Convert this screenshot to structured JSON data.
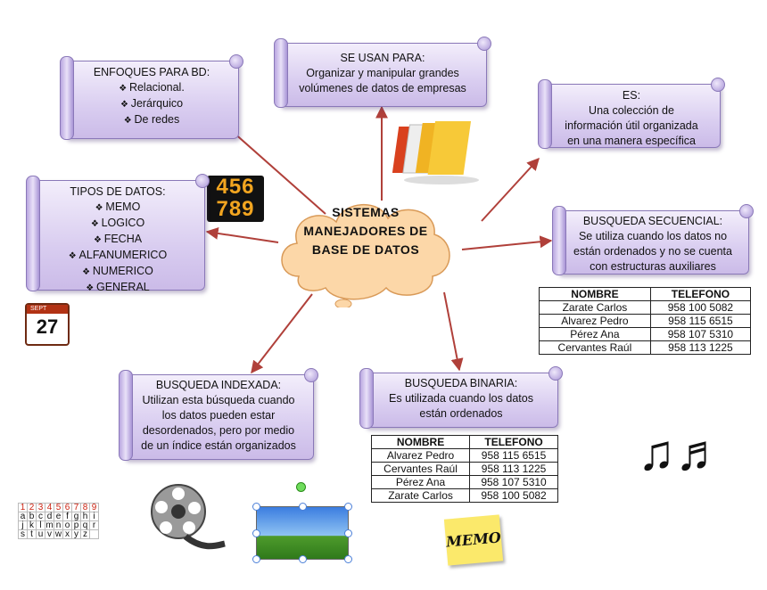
{
  "center": {
    "line1": "SISTEMAS",
    "line2": "MANEJADORES DE",
    "line3": "BASE DE DATOS"
  },
  "enfoques": {
    "title": "ENFOQUES PARA BD:",
    "items": [
      "Relacional.",
      "Jerárquico",
      "De redes"
    ]
  },
  "se_usan": {
    "title": "SE USAN PARA:",
    "line1": "Organizar y manipular grandes",
    "line2": "volúmenes de datos de empresas"
  },
  "es": {
    "title": "ES:",
    "line1": "Una colección de",
    "line2": "información útil organizada",
    "line3": "en una manera específica"
  },
  "tipos": {
    "title": "TIPOS DE DATOS:",
    "items": [
      "MEMO",
      "LOGICO",
      "FECHA",
      "ALFANUMERICO",
      "NUMERICO",
      "GENERAL"
    ]
  },
  "secuencial": {
    "title": "BUSQUEDA SECUENCIAL:",
    "line1": "Se utiliza cuando los datos no",
    "line2": "están ordenados y no se cuenta",
    "line3": "con estructuras auxiliares"
  },
  "indexada": {
    "title": "BUSQUEDA INDEXADA:",
    "line1": "Utilizan esta búsqueda cuando",
    "line2": "los datos pueden estar",
    "line3": "desordenados, pero por medio",
    "line4": "de un índice están organizados"
  },
  "binaria": {
    "title": "BUSQUEDA BINARIA:",
    "line1": "Es utilizada cuando los datos",
    "line2": "están ordenados"
  },
  "table_seq": {
    "headers": [
      "NOMBRE",
      "TELEFONO"
    ],
    "rows": [
      [
        "Zarate Carlos",
        "958 100 5082"
      ],
      [
        "Alvarez Pedro",
        "958 115 6515"
      ],
      [
        "Pérez Ana",
        "958  107 5310"
      ],
      [
        "Cervantes Raúl",
        "958 113 1225"
      ]
    ]
  },
  "table_bin": {
    "headers": [
      "NOMBRE",
      "TELEFONO"
    ],
    "rows": [
      [
        "Alvarez Pedro",
        "958 115 6515"
      ],
      [
        "Cervantes Raúl",
        "958 113 1225"
      ],
      [
        "Pérez Ana",
        "958  107 5310"
      ],
      [
        "Zarate Carlos",
        "958 100 5082"
      ]
    ]
  },
  "clipart": {
    "numbers_top": "456",
    "numbers_bottom": "789",
    "calendar_month": "SEPT",
    "calendar_day": "27",
    "memo": "MEMO"
  },
  "keys": {
    "row1": [
      "1",
      "2",
      "3",
      "4",
      "5",
      "6",
      "7",
      "8",
      "9"
    ],
    "row2": [
      "a",
      "b",
      "c",
      "d",
      "e",
      "f",
      "g",
      "h",
      "i"
    ],
    "row3": [
      "j",
      "k",
      "l",
      "m",
      "n",
      "o",
      "p",
      "q",
      "r"
    ],
    "row4": [
      "s",
      "t",
      "u",
      "v",
      "w",
      "x",
      "y",
      "z",
      ""
    ]
  },
  "colors": {
    "arrow": "#b0403a",
    "scroll_fill": "#d9cdf0",
    "cloud_fill": "#fcd7a8",
    "memo_note": "#fbe96b"
  }
}
